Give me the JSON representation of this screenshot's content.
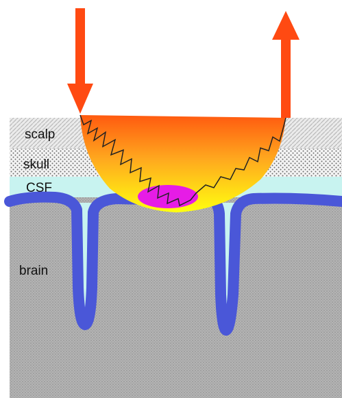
{
  "labels": {
    "scalp": "scalp",
    "skull": "skull",
    "csf": "CSF",
    "brain": "brain"
  },
  "icons": {
    "incoming_light": "down-arrow-icon",
    "outgoing_light": "up-arrow-icon"
  },
  "colors": {
    "arrow": "#ff4a12",
    "scalp": "#d9d9d9",
    "skull": "#e6e6e6",
    "csf": "#c8f3f0",
    "cortex_edge": "#4a57d8",
    "brain": "#a9a9a9",
    "banana_top": "#ff5a10",
    "banana_mid": "#ffb820",
    "banana_bottom": "#ffff10",
    "focus": "#e61ce6"
  }
}
